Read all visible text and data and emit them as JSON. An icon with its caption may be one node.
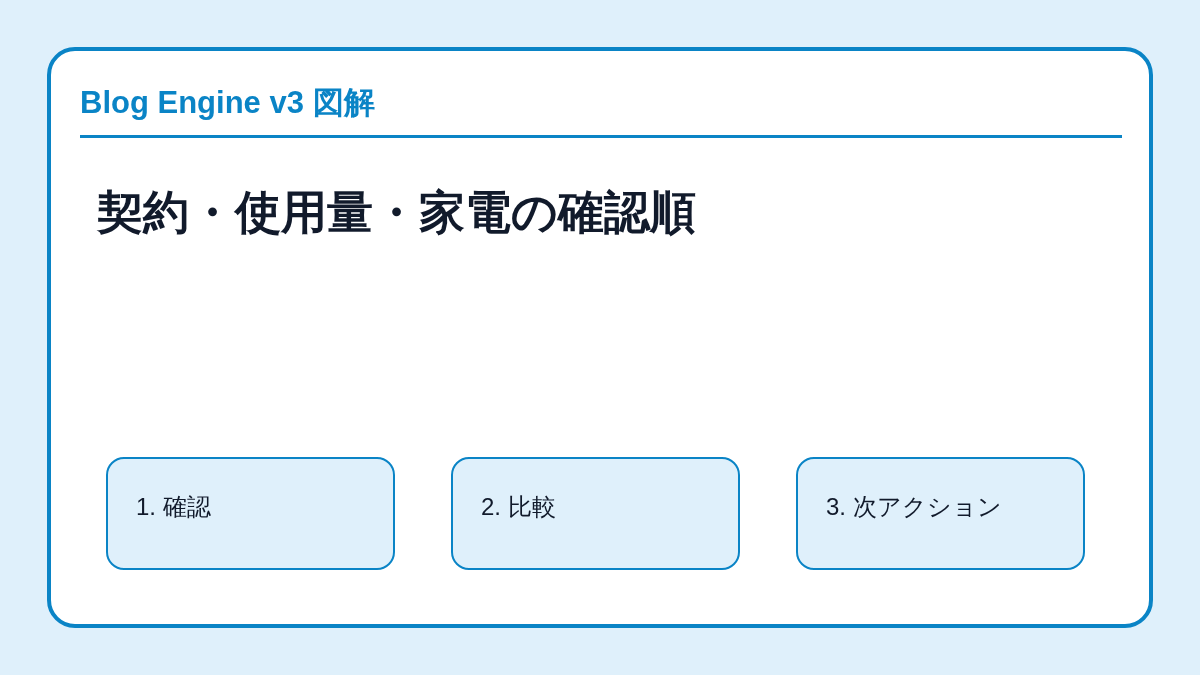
{
  "diagram": {
    "title": "契約・使用量・家電の確認順",
    "nodes": [
      {
        "text": [
          "1. 確認"
        ]
      },
      {
        "text": [
          "2. 比較"
        ]
      },
      {
        "text": [
          "3. 次アクション"
        ]
      }
    ],
    "labels": [
      "Blog Engine v3 図解"
    ]
  }
}
